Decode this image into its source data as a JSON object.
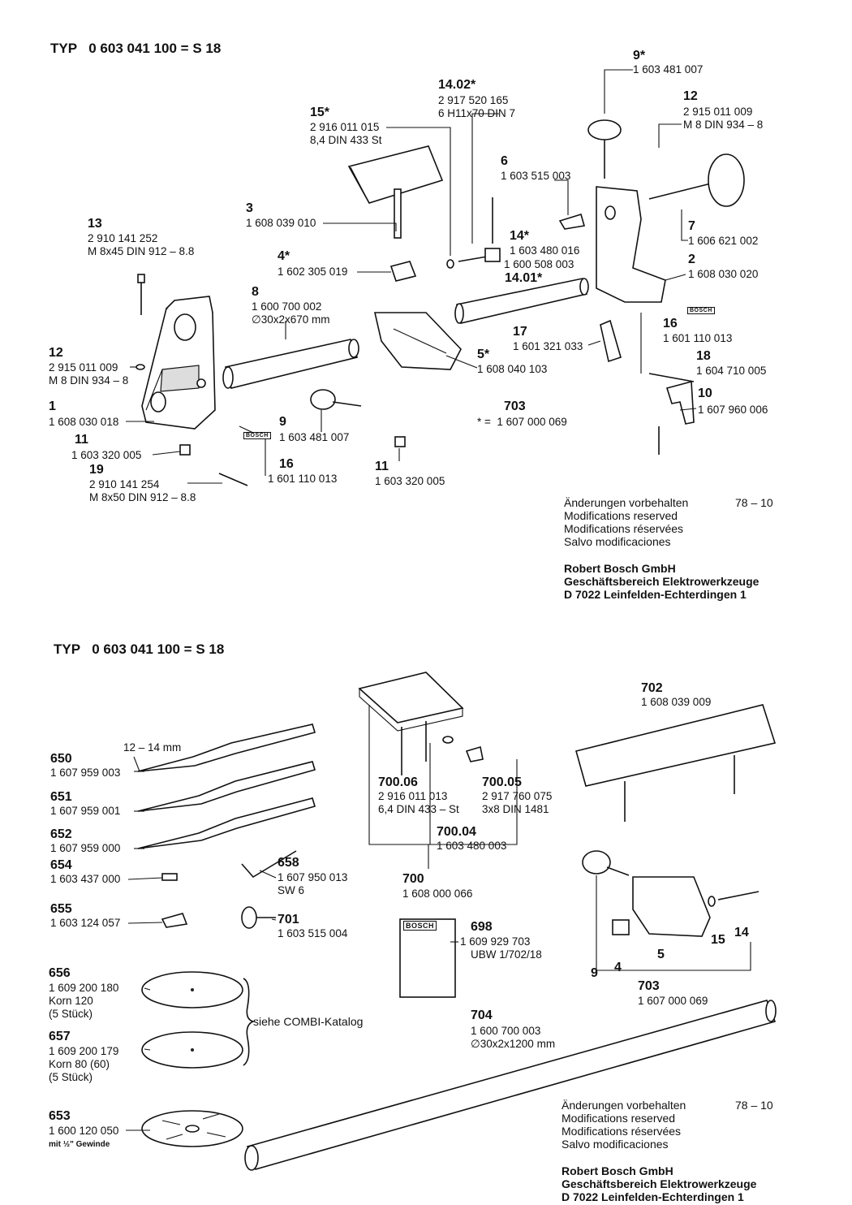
{
  "top": {
    "type_line": {
      "typ": "TYP",
      "code": "0 603 041 100 = S 18"
    },
    "parts": [
      {
        "id": "p9top",
        "num": "9*",
        "pn": "1 603 481 007"
      },
      {
        "id": "p1402",
        "num": "14.02*",
        "pn": "2 917 520 165",
        "spec": "6 H11x70 DIN 7"
      },
      {
        "id": "p12r",
        "num": "12",
        "pn": "2 915 011 009",
        "spec": "M 8 DIN 934 – 8"
      },
      {
        "id": "p15",
        "num": "15*",
        "pn": "2 916 011 015",
        "spec": "8,4 DIN 433 St"
      },
      {
        "id": "p6",
        "num": "6",
        "pn": "1 603 515 003"
      },
      {
        "id": "p3",
        "num": "3",
        "pn": "1 608 039 010"
      },
      {
        "id": "p13",
        "num": "13",
        "pn": "2 910 141 252",
        "spec": "M 8x45 DIN 912 – 8.8"
      },
      {
        "id": "p7",
        "num": "7",
        "pn": "1 606 621 002"
      },
      {
        "id": "p14",
        "num": "14*",
        "pn": "1 603 480 016"
      },
      {
        "id": "p1401pn",
        "pn": "1 600 508 003"
      },
      {
        "id": "p1401",
        "num": "14.01*"
      },
      {
        "id": "p4",
        "num": "4*",
        "pn": "1 602 305 019"
      },
      {
        "id": "p2",
        "num": "2",
        "pn": "1 608 030 020"
      },
      {
        "id": "p8",
        "num": "8",
        "pn": "1 600 700 002",
        "spec": "∅30x2x670 mm"
      },
      {
        "id": "p16r",
        "num": "16",
        "pn": "1 601 110 013"
      },
      {
        "id": "p17",
        "num": "17",
        "pn": "1 601 321 033"
      },
      {
        "id": "p12l",
        "num": "12",
        "pn": "2 915 011 009",
        "spec": "M 8 DIN 934 – 8"
      },
      {
        "id": "p18",
        "num": "18",
        "pn": "1 604 710 005"
      },
      {
        "id": "p5",
        "num": "5*",
        "pn": "1 608 040 103"
      },
      {
        "id": "p10",
        "num": "10",
        "pn": "1 607 960 006"
      },
      {
        "id": "p1",
        "num": "1",
        "pn": "1 608 030 018"
      },
      {
        "id": "p703",
        "num": "703",
        "pn": "1 607 000 069",
        "prefix": "* ="
      },
      {
        "id": "p9b",
        "num": "9",
        "pn": "1 603 481 007"
      },
      {
        "id": "p11l",
        "num": "11",
        "pn": "1 603 320 005"
      },
      {
        "id": "p16b",
        "num": "16",
        "pn": "1 601 110 013"
      },
      {
        "id": "p11b",
        "num": "11",
        "pn": "1 603 320 005"
      },
      {
        "id": "p19",
        "num": "19",
        "pn": "2 910 141 254",
        "spec": "M 8x50 DIN 912 – 8.8"
      }
    ],
    "notes": [
      "Änderungen vorbehalten",
      "Modifications reserved",
      "Modifications réservées",
      "Salvo modificaciones"
    ],
    "date": "78 – 10",
    "company": [
      "Robert Bosch GmbH",
      "Geschäftsbereich Elektrowerkzeuge",
      "D 7022 Leinfelden-Echterdingen 1"
    ],
    "badge": "BOSCH"
  },
  "bottom": {
    "type_line": {
      "typ": "TYP",
      "code": "0 603 041 100 = S 18"
    },
    "size_note": "12 – 14 mm",
    "parts": [
      {
        "id": "b650",
        "num": "650",
        "pn": "1 607 959 003"
      },
      {
        "id": "b651",
        "num": "651",
        "pn": "1 607 959 001"
      },
      {
        "id": "b652",
        "num": "652",
        "pn": "1 607 959 000"
      },
      {
        "id": "b654",
        "num": "654",
        "pn": "1 603 437 000"
      },
      {
        "id": "b655",
        "num": "655",
        "pn": "1 603 124 057"
      },
      {
        "id": "b658",
        "num": "658",
        "pn": "1 607 950 013",
        "spec": "SW 6"
      },
      {
        "id": "b701",
        "num": "701",
        "pn": "1 603 515 004"
      },
      {
        "id": "b702",
        "num": "702",
        "pn": "1 608 039 009"
      },
      {
        "id": "b70006",
        "num": "700.06",
        "pn": "2 916 011 013",
        "spec": "6,4 DIN 433 – St"
      },
      {
        "id": "b70005",
        "num": "700.05",
        "pn": "2 917 760 075",
        "spec": "3x8 DIN 1481"
      },
      {
        "id": "b70004",
        "num": "700.04",
        "pn": "1 603 480 003"
      },
      {
        "id": "b700",
        "num": "700",
        "pn": "1 608 000 066"
      },
      {
        "id": "b698",
        "num": "698",
        "pn": "1 609 929 703",
        "spec": "UBW 1/702/18"
      },
      {
        "id": "b703",
        "num": "703",
        "pn": "1 607 000 069"
      },
      {
        "id": "b656",
        "num": "656",
        "pn": "1 609 200 180",
        "spec": "Korn 120",
        "qty": "(5 Stück)"
      },
      {
        "id": "b657",
        "num": "657",
        "pn": "1 609 200 179",
        "spec": "Korn 80 (60)",
        "qty": "(5 Stück)"
      },
      {
        "id": "b704",
        "num": "704",
        "pn": "1 600 700 003",
        "spec": "∅30x2x1200 mm"
      },
      {
        "id": "b653",
        "num": "653",
        "pn": "1 600 120 050",
        "spec": "mit ½\" Gewinde"
      }
    ],
    "combi": "siehe COMBI-Katalog",
    "set_nums": [
      "9",
      "4",
      "5",
      "15",
      "14"
    ],
    "notes": [
      "Änderungen vorbehalten",
      "Modifications reserved",
      "Modifications réservées",
      "Salvo modificaciones"
    ],
    "date": "78 – 10",
    "company": [
      "Robert Bosch GmbH",
      "Geschäftsbereich Elektrowerkzeuge",
      "D 7022 Leinfelden-Echterdingen 1"
    ],
    "badge": "BOSCH"
  }
}
